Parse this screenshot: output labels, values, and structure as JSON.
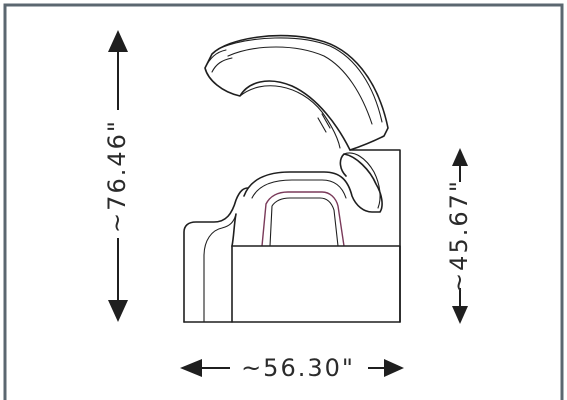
{
  "dimensions": {
    "height_total": "~76.46\"",
    "height_seat": "~45.67\"",
    "width": "~56.30\""
  },
  "colors": {
    "frame": "#5b6770",
    "ink": "#1f1f1f",
    "accent": "#7a3a5a"
  }
}
